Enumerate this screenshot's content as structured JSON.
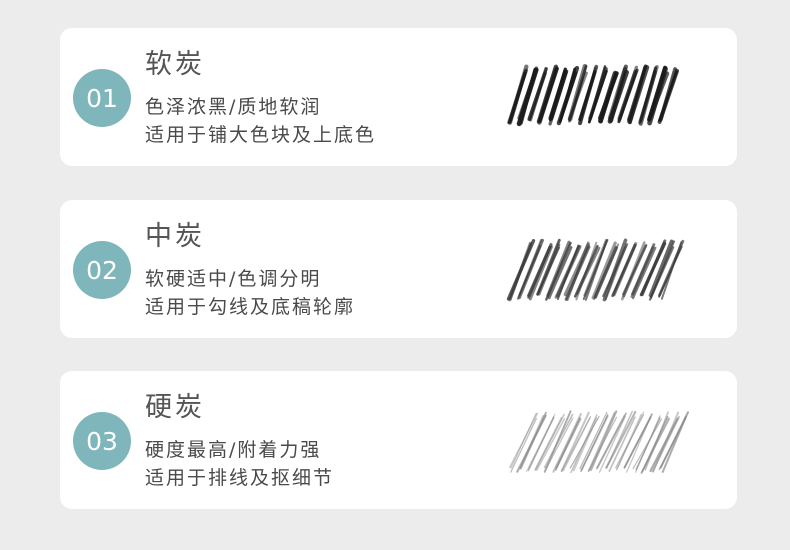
{
  "items": [
    {
      "number": "01",
      "title": "软炭",
      "line1": "色泽浓黑/质地软润",
      "line2": "适用于铺大色块及上底色",
      "stroke_color": "#1a1a1a"
    },
    {
      "number": "02",
      "title": "中炭",
      "line1": "软硬适中/色调分明",
      "line2": "适用于勾线及底稿轮廓",
      "stroke_color": "#3a3a3a"
    },
    {
      "number": "03",
      "title": "硬炭",
      "line1": "硬度最高/附着力强",
      "line2": "适用于排线及抠细节",
      "stroke_color": "#8a8a8a"
    }
  ],
  "colors": {
    "badge": "#7eb6bb",
    "card": "#ffffff",
    "background": "#ececec"
  }
}
